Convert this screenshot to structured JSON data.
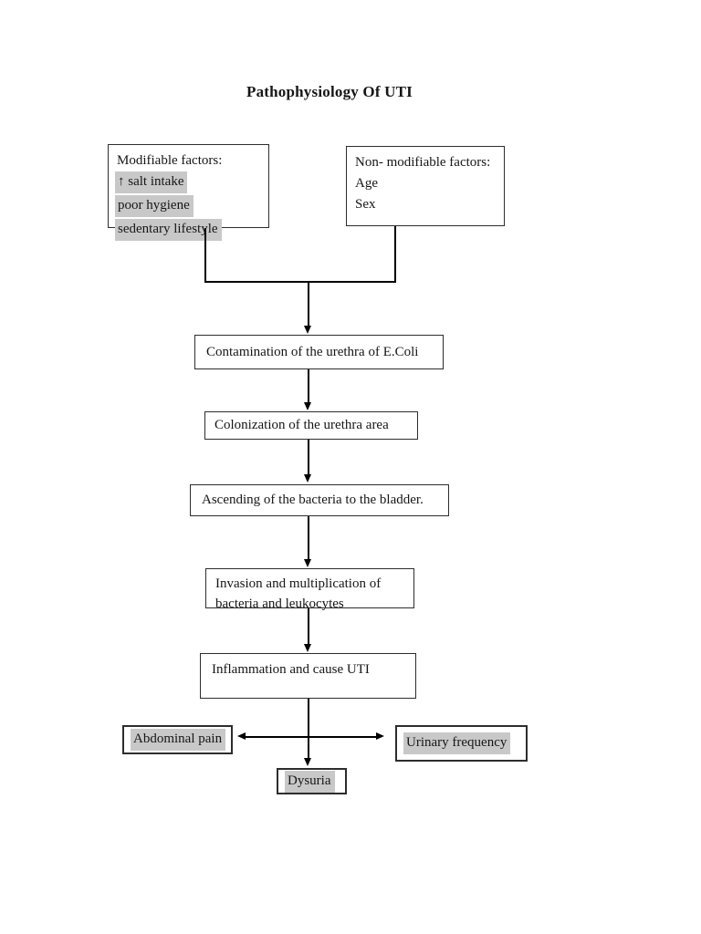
{
  "title": "Pathophysiology Of UTI",
  "factors": {
    "modifiable": {
      "heading": "Modifiable factors:",
      "items": [
        "↑ salt intake",
        "poor hygiene",
        "sedentary lifestyle"
      ]
    },
    "non_modifiable": {
      "heading": "Non- modifiable factors:",
      "items": [
        "Age",
        "Sex"
      ]
    }
  },
  "flow": {
    "step1": "Contamination of the urethra of E.Coli",
    "step2": "Colonization of the urethra area",
    "step3": "Ascending of the bacteria to the bladder.",
    "step4": "Invasion and multiplication of bacteria and leukocytes",
    "step5": "Inflammation and cause UTI"
  },
  "symptoms": {
    "left": "Abdominal pain",
    "right": "Urinary frequency",
    "bottom": "Dysuria"
  },
  "colors": {
    "highlight": "#c8c8c8",
    "line": "#000000",
    "border": "#2d2d2d",
    "text": "#161616",
    "page_bg": "#ffffff"
  }
}
